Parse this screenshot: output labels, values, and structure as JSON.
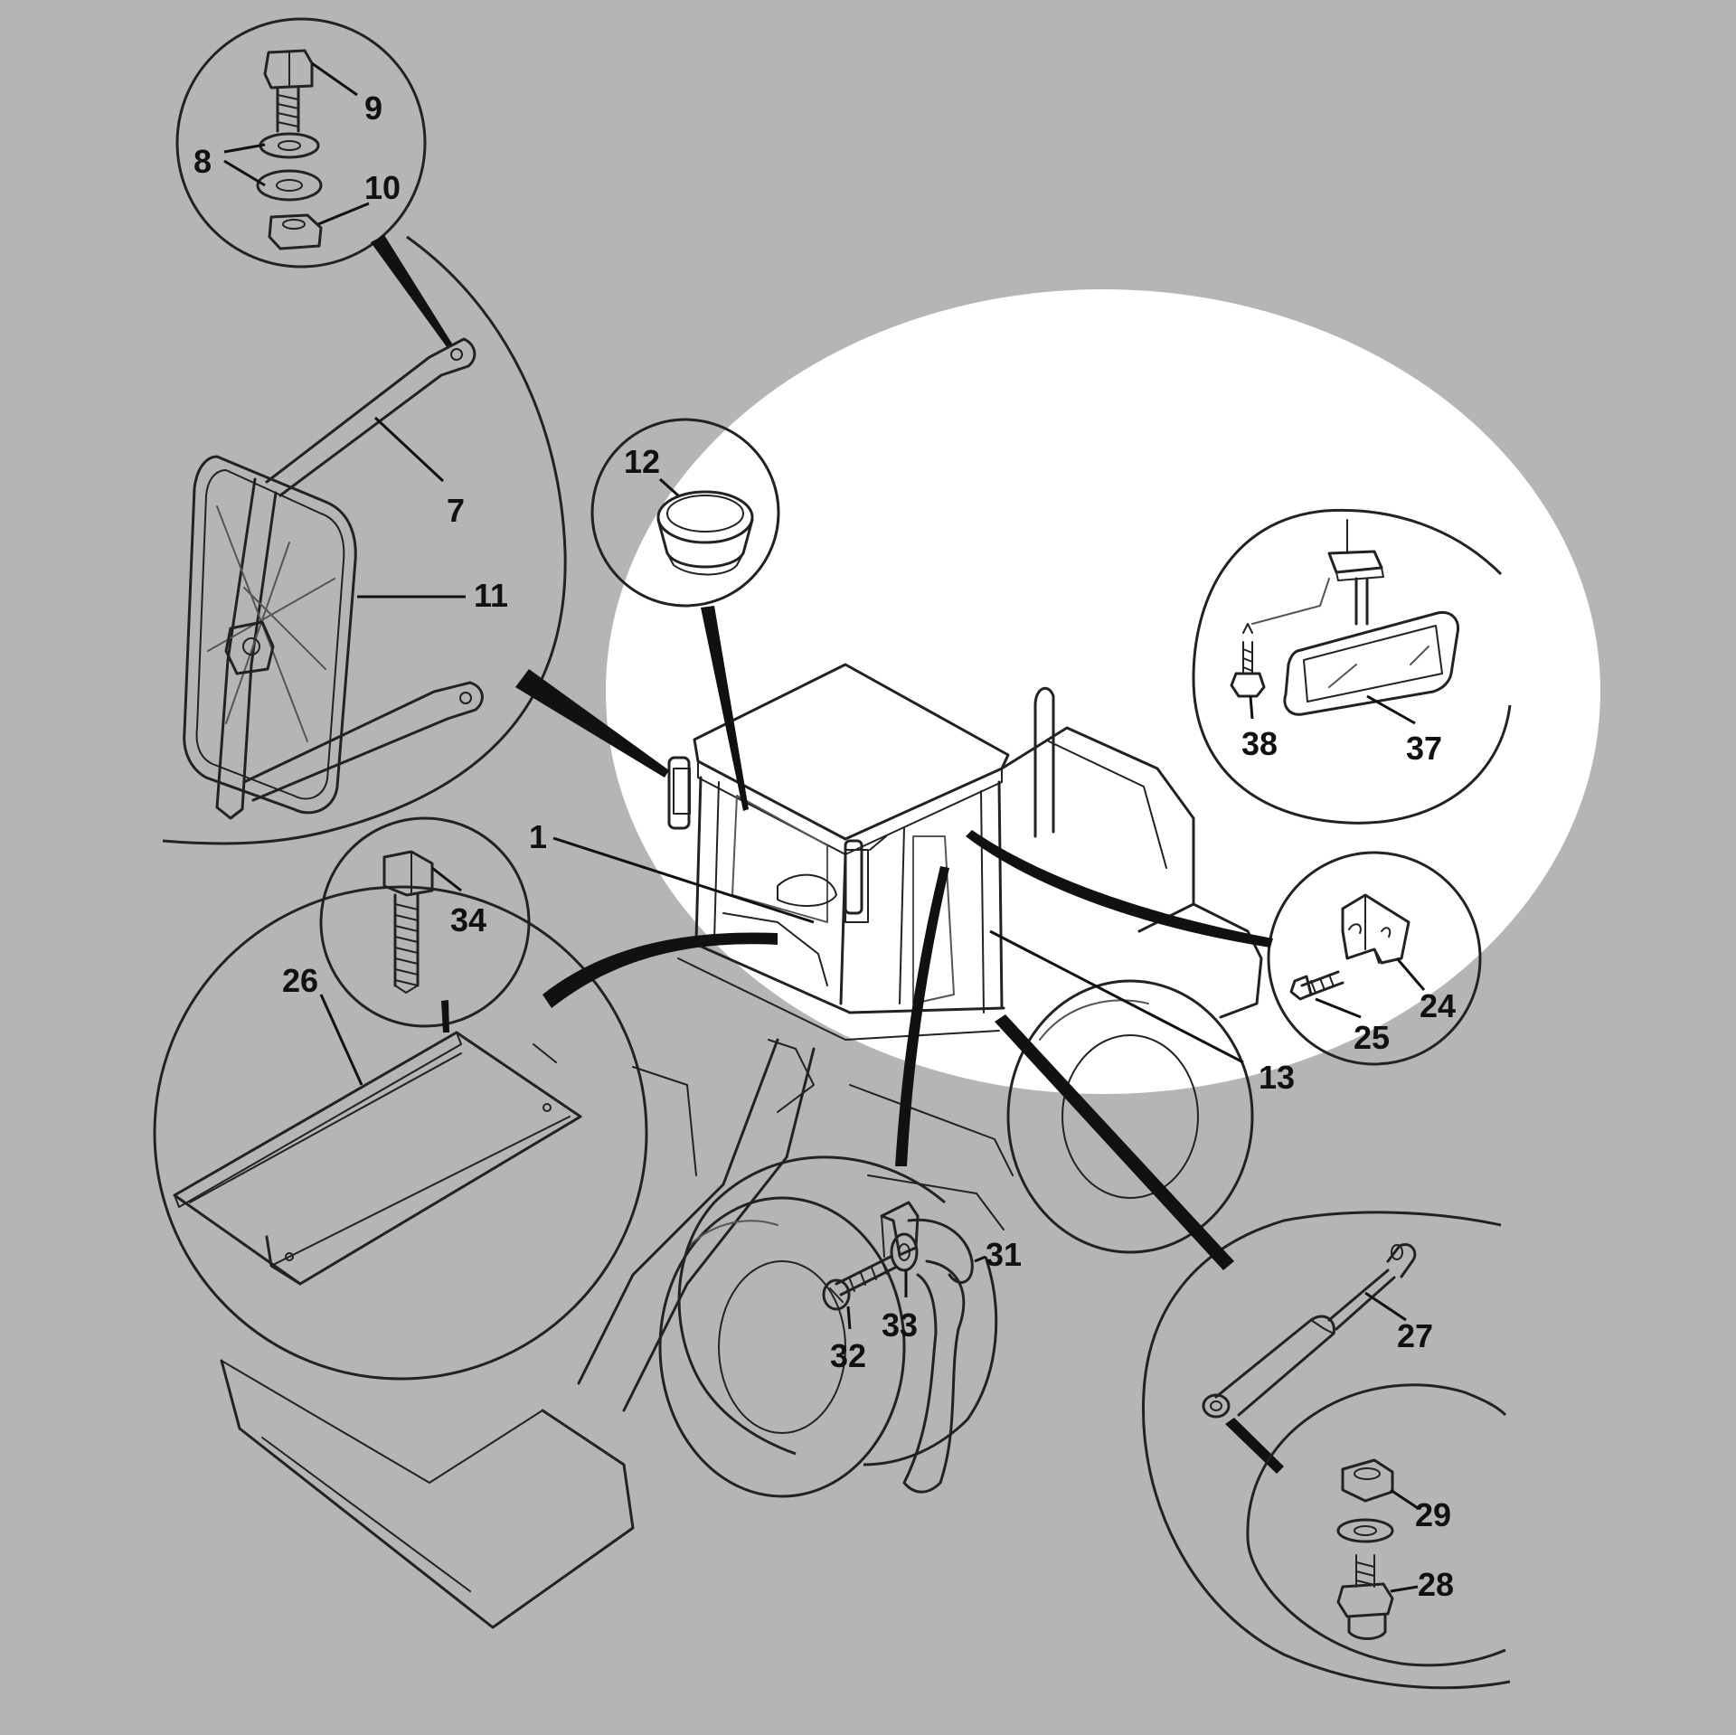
{
  "colors": {
    "background": "#b5b5b5",
    "highlight": "#ffffff",
    "line": "#222222"
  },
  "callouts": [
    {
      "id": "p9",
      "text": "9"
    },
    {
      "id": "p8",
      "text": "8"
    },
    {
      "id": "p10",
      "text": "10"
    },
    {
      "id": "p7",
      "text": "7"
    },
    {
      "id": "p11",
      "text": "11"
    },
    {
      "id": "p12",
      "text": "12"
    },
    {
      "id": "p1",
      "text": "1"
    },
    {
      "id": "p34",
      "text": "34"
    },
    {
      "id": "p26",
      "text": "26"
    },
    {
      "id": "p38",
      "text": "38"
    },
    {
      "id": "p37",
      "text": "37"
    },
    {
      "id": "p24",
      "text": "24"
    },
    {
      "id": "p25",
      "text": "25"
    },
    {
      "id": "p13",
      "text": "13"
    },
    {
      "id": "p31",
      "text": "31"
    },
    {
      "id": "p33",
      "text": "33"
    },
    {
      "id": "p32",
      "text": "32"
    },
    {
      "id": "p27",
      "text": "27"
    },
    {
      "id": "p29",
      "text": "29"
    },
    {
      "id": "p28",
      "text": "28"
    }
  ]
}
